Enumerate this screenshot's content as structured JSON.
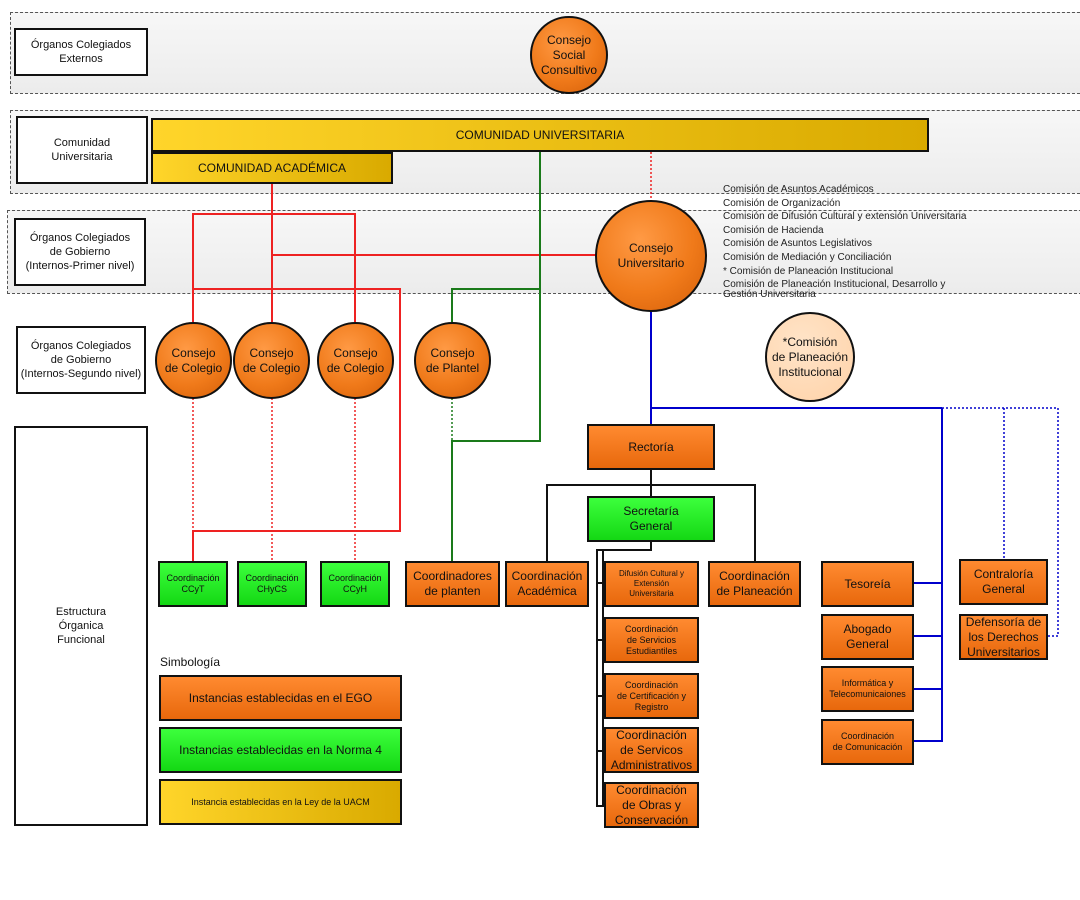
{
  "rows": {
    "externos": "Órganos Colegiados\nExternos",
    "comunidad": "Comunidad\nUniversitaria",
    "gobierno1": "Órganos Colegiados\nde Gobierno\n(Internos-Primer nivel)",
    "gobierno2": "Órganos Colegiados\nde Gobierno\n(Internos-Segundo nivel)",
    "estructura": "Estructura\nÓrganica\nFuncional"
  },
  "nodes": {
    "consejo_social": "Consejo\nSocial\nConsultivo",
    "comunidad_universitaria": "COMUNIDAD UNIVERSITARIA",
    "comunidad_academica": "COMUNIDAD ACADÉMICA",
    "consejo_universitario": "Consejo\nUniversitario",
    "consejo_colegio_1": "Consejo\nde Colegio",
    "consejo_colegio_2": "Consejo\nde Colegio",
    "consejo_colegio_3": "Consejo\nde Colegio",
    "consejo_plantel": "Consejo\nde Plantel",
    "comision_planeacion": "*Comisión\nde Planeación\nInstitucional",
    "rectoria": "Rectoría",
    "secretaria_general": "Secretaría\nGeneral",
    "coord_ccyt": "Coordinación\nCCyT",
    "coord_chycs": "Coordinación\nCHyCS",
    "coord_ccyh": "Coordinación\nCCyH",
    "coordinadores_planteles": "Coordinadores\nde planten",
    "coord_academica": "Coordinación\nAcadémica",
    "difusion": "Difusión Cultural y\nExtensión\nUniversitaria",
    "coord_planeacion": "Coordinación\nde Planeación",
    "servicios_estudiantiles": "Coordinación\nde Servicios\nEstudiantiles",
    "certificacion": "Coordinación\nde Certificación y\nRegistro",
    "servicios_administrativos": "Coordinación\nde Servicos\nAdministrativos",
    "obras": "Coordinación\nde Obras y\nConservación",
    "tesoreria": "Tesoreía",
    "abogado": "Abogado\nGeneral",
    "informatica": "Informática y\nTelecomunicaiones",
    "comunicacion": "Coordinación\nde Comunicación",
    "contraloria": "Contraloría\nGeneral",
    "defensoria": "Defensoría de\nlos Derechos\nUniversitarios"
  },
  "comisiones": [
    "Comisión de Asuntos Académicos",
    "Comisión de Organización",
    "Comisión de Difusión Cultural y extensión Universitaria",
    "Comisión de Hacienda",
    "Comisión de Asuntos Legislativos",
    "Comisión de Mediación y Conciliación",
    "* Comisión de Planeación Institucional",
    "Comisión de Planeación Institucional, Desarrollo y",
    "Gestión Universitaria"
  ],
  "legend": {
    "title": "Simbología",
    "ego": "Instancias establecidas en el  EGO",
    "norma4": "Instancias establecidas en la Norma 4",
    "ley": "Instancia establecidas en la Ley de la UACM"
  },
  "colors": {
    "orange": "#f07a1a",
    "green": "#22ee22",
    "gold": "#f0c000",
    "red_line": "#ee2222",
    "green_line": "#1a7a1a",
    "blue_line": "#0000cc",
    "pale": "#ffd9b3"
  }
}
